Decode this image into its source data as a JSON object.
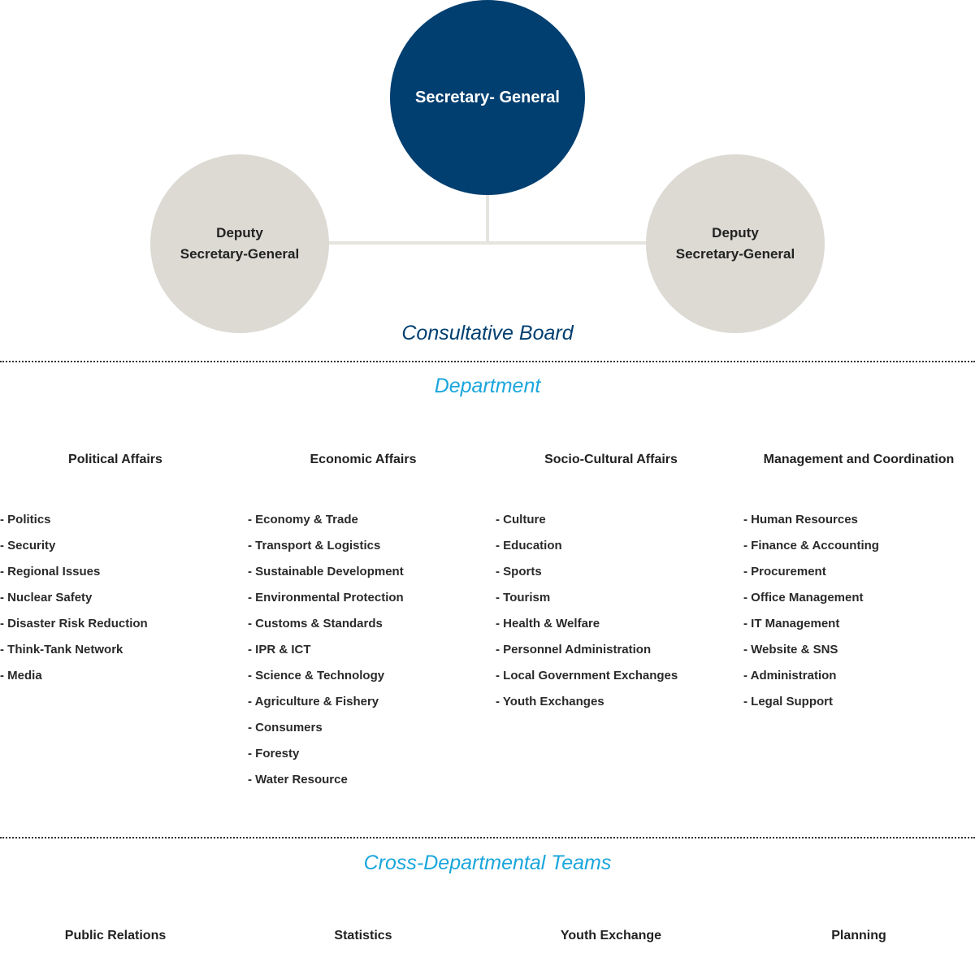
{
  "leadership": {
    "secretary_general": "Secretary- General",
    "deputy_left": {
      "line1": "Deputy",
      "line2": "Secretary-General"
    },
    "deputy_right": {
      "line1": "Deputy",
      "line2": "Secretary-General"
    }
  },
  "consultative_board": "Consultative Board",
  "department": {
    "title": "Department",
    "columns": [
      {
        "heading": "Political Affairs",
        "items": [
          "- Politics",
          "- Security",
          "- Regional Issues",
          "- Nuclear Safety",
          "- Disaster Risk Reduction",
          "- Think-Tank Network",
          "- Media"
        ]
      },
      {
        "heading": "Economic Affairs",
        "items": [
          "- Economy & Trade",
          "- Transport & Logistics",
          "- Sustainable Development",
          "- Environmental Protection",
          "- Customs & Standards",
          "- IPR & ICT",
          "- Science & Technology",
          "- Agriculture & Fishery",
          "- Consumers",
          "- Foresty",
          "- Water Resource"
        ]
      },
      {
        "heading": "Socio-Cultural Affairs",
        "items": [
          "- Culture",
          "- Education",
          "- Sports",
          "- Tourism",
          "- Health & Welfare",
          "- Personnel Administration",
          "- Local Government Exchanges",
          "- Youth Exchanges"
        ]
      },
      {
        "heading": "Management and Coordination",
        "items": [
          "- Human Resources",
          "- Finance & Accounting",
          "- Procurement",
          "- Office Management",
          "- IT Management",
          "- Website & SNS",
          "- Administration",
          "- Legal Support"
        ]
      }
    ]
  },
  "teams": {
    "title": "Cross-Departmental Teams",
    "names": [
      "Public Relations",
      "Statistics",
      "Youth Exchange",
      "Planning"
    ]
  },
  "colors": {
    "primary": "#003f70",
    "deputy_fill": "#dcdad3",
    "accent": "#1aa6dc"
  }
}
